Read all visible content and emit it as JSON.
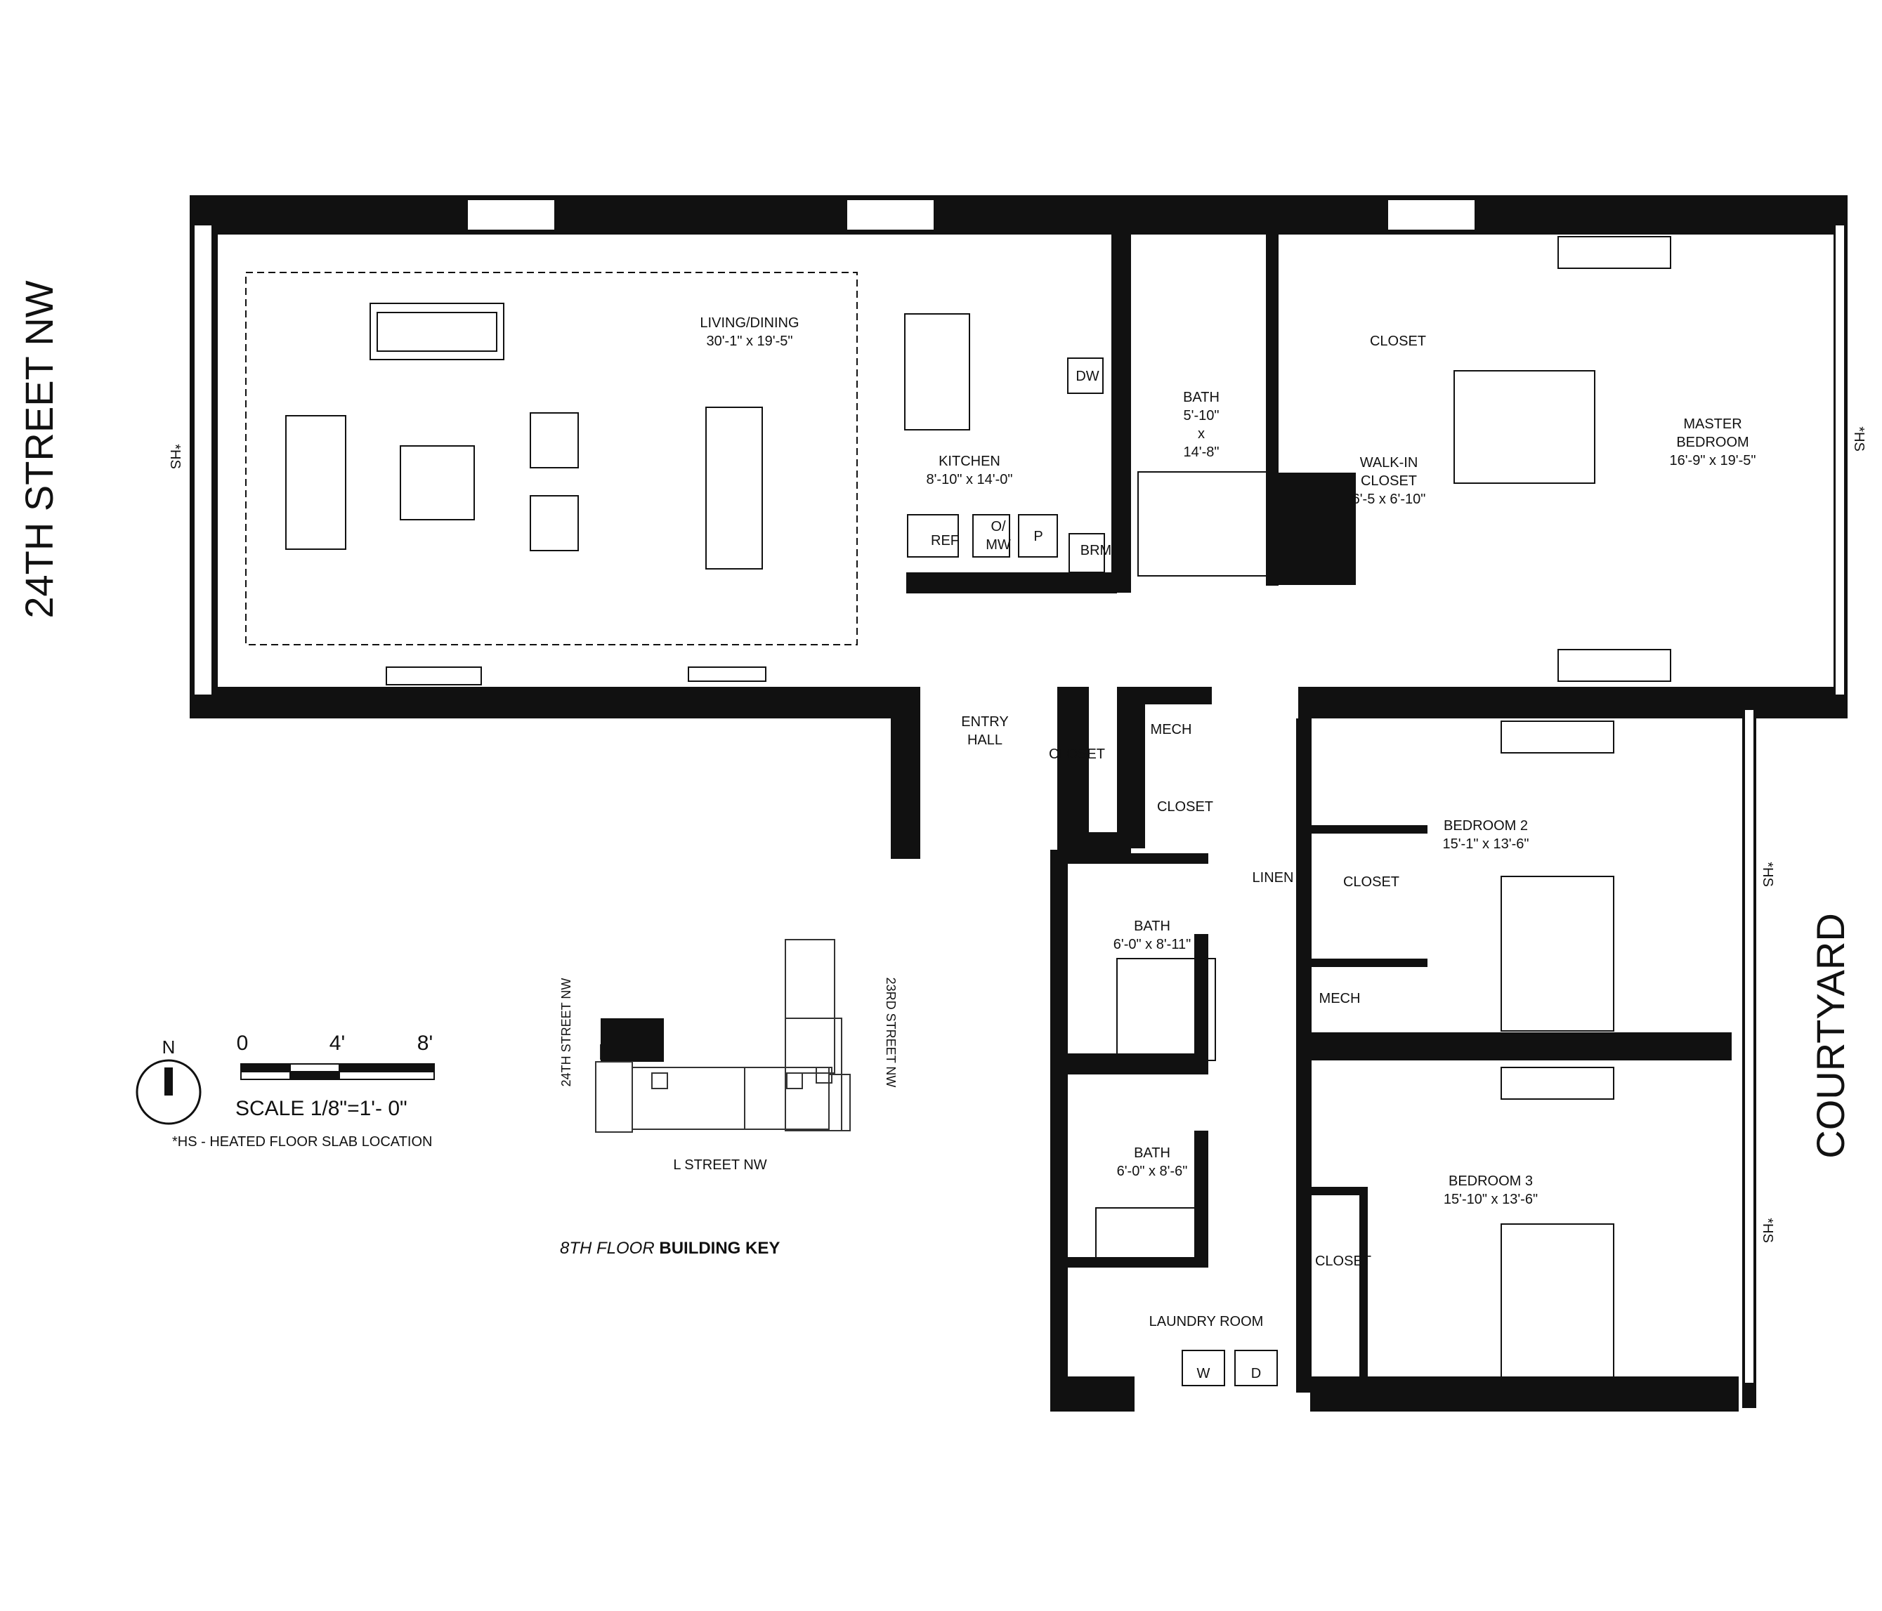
{
  "street_labels": {
    "west": "24TH STREET NW",
    "east": "COURTYARD"
  },
  "hs_markers": [
    "*HS",
    "*HS",
    "*HS",
    "*HS"
  ],
  "rooms": {
    "living": {
      "name": "LIVING/DINING",
      "dims": "30'-1\" x 19'-5\""
    },
    "kitchen": {
      "name": "KITCHEN",
      "dims": "8'-10\" x 14'-0\""
    },
    "bath1": {
      "name": "BATH",
      "dims_a": "5'-10\"",
      "dims_x": "x",
      "dims_b": "14'-8\""
    },
    "master": {
      "name_a": "MASTER",
      "name_b": "BEDROOM",
      "dims": "16'-9\" x 19'-5\""
    },
    "walkin": {
      "name_a": "WALK-IN",
      "name_b": "CLOSET",
      "dims": "6'-5 x 6'-10\""
    },
    "closet_master": "CLOSET",
    "entry": {
      "name_a": "ENTRY",
      "name_b": "HALL"
    },
    "closet_entry": "CLOSET",
    "mech1": "MECH",
    "closet2": "CLOSET",
    "bedroom2": {
      "name": "BEDROOM 2",
      "dims": "15'-1\" x 13'-6\""
    },
    "linen": "LINEN",
    "closet_b2": "CLOSET",
    "mech2": "MECH",
    "bath2": {
      "name": "BATH",
      "dims": "6'-0\" x 8'-11\""
    },
    "bath3": {
      "name": "BATH",
      "dims": "6'-0\" x 8'-6\""
    },
    "bedroom3": {
      "name": "BEDROOM 3",
      "dims": "15'-10\" x 13'-6\""
    },
    "closet_b3": "CLOSET",
    "laundry": "LAUNDRY ROOM",
    "brm": "BRM"
  },
  "appliances": {
    "dw": "DW",
    "ref": "REF",
    "omw_a": "O/",
    "omw_b": "MW",
    "p": "P",
    "washer": "W",
    "dryer": "D"
  },
  "legend": {
    "north": "N",
    "scale_ticks": [
      "0",
      "4'",
      "8'"
    ],
    "scale_text": "SCALE 1/8\"=1'- 0\"",
    "hs_note": "*HS - HEATED FLOOR SLAB LOCATION"
  },
  "building_key": {
    "west": "24TH STREET NW",
    "east": "23RD STREET NW",
    "south": "L STREET NW",
    "caption_italic": "8TH FLOOR ",
    "caption_bold": "BUILDING KEY"
  }
}
